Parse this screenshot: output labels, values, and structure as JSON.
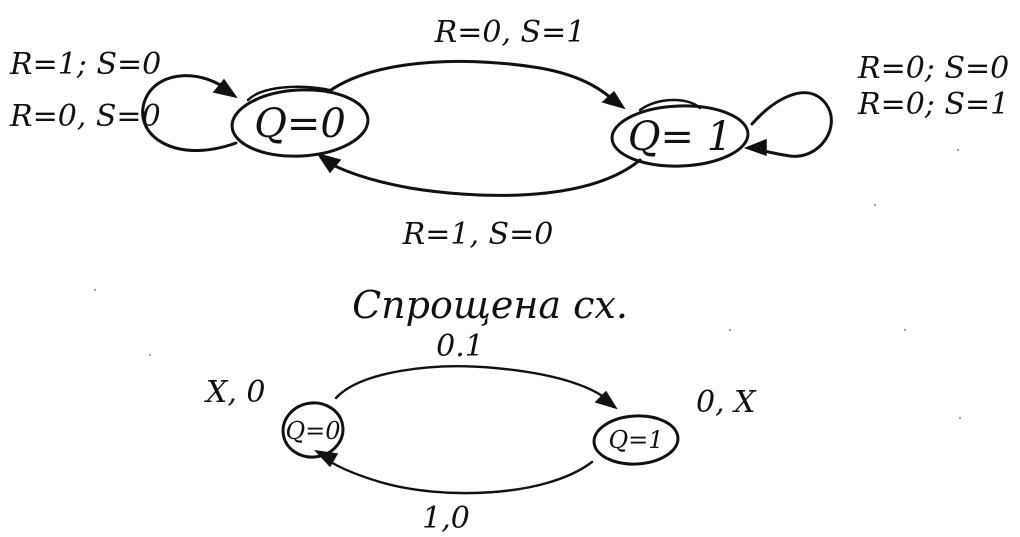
{
  "diagram_full": {
    "states": {
      "q0": {
        "label": "Q=0"
      },
      "q1": {
        "label": "Q= 1"
      }
    },
    "transitions": {
      "q0_to_q1": {
        "label": "R=0, S=1"
      },
      "q1_to_q0": {
        "label": "R=1, S=0"
      },
      "q0_self": {
        "labels": [
          "R=1; S=0",
          "R=0, S=0"
        ]
      },
      "q1_self": {
        "labels": [
          "R=0; S=0",
          "R=0; S=1"
        ]
      }
    }
  },
  "diagram_simplified": {
    "title": "Спрощена сх.",
    "states": {
      "q0": {
        "label": "Q=0"
      },
      "q1": {
        "label": "Q=1"
      }
    },
    "transitions": {
      "q0_to_q1": {
        "label": "0.1"
      },
      "q1_to_q0": {
        "label": "1,0"
      },
      "q0_self": {
        "label": "X, 0"
      },
      "q1_self": {
        "label": "0, X"
      }
    }
  }
}
